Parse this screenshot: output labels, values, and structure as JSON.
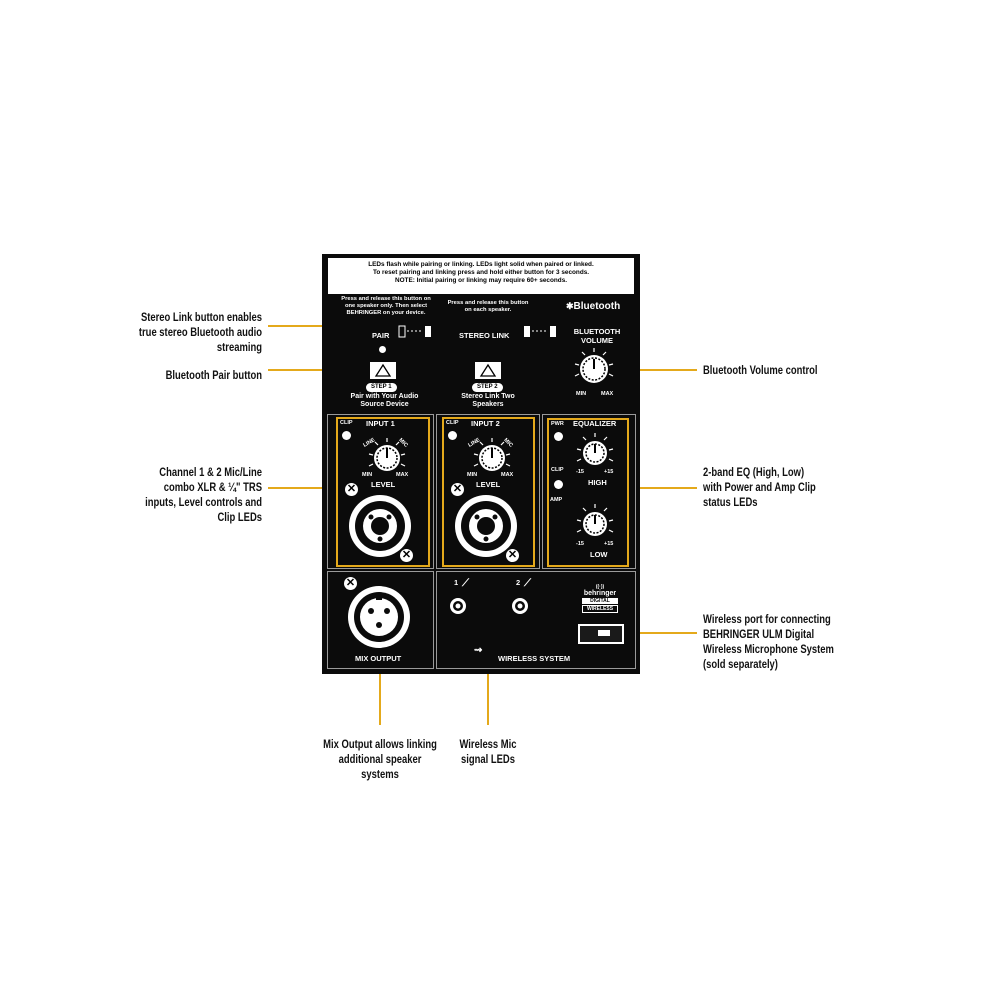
{
  "callouts": {
    "stereo_link": "Stereo Link button enables true stereo Bluetooth audio streaming",
    "pair": "Bluetooth Pair button",
    "inputs": "Channel 1 & 2 Mic/Line combo XLR & ¼\" TRS inputs, Level controls and Clip LEDs",
    "bt_volume": "Bluetooth Volume control",
    "eq": "2-band EQ (High, Low) with Power and Amp Clip status LEDs",
    "wireless_port": "Wireless port for connecting BEHRINGER ULM Digital Wireless Microphone System (sold separately)",
    "mix_output": "Mix Output allows linking additional speaker systems",
    "wireless_leds": "Wireless Mic signal LEDs"
  },
  "panel": {
    "notice_1": "LEDs flash while pairing or linking. LEDs light solid when paired or linked.",
    "notice_2": "To reset pairing and linking press and hold either button for 3 seconds.",
    "notice_3": "NOTE: Initial pairing or linking may require 60+ seconds.",
    "pair_instr": "Press and release this button on one speaker only. Then select BEHRINGER on your device.",
    "link_instr": "Press and release this button on each speaker.",
    "bluetooth_logo": "Bluetooth",
    "pair_label": "PAIR",
    "stereo_link_label": "STEREO LINK",
    "bt_volume_label": "BLUETOOTH VOLUME",
    "min": "MIN",
    "max": "MAX",
    "step1": "STEP 1",
    "step1_text": "Pair with Your Audio Source Device",
    "step2": "STEP 2",
    "step2_text": "Stereo Link Two Speakers",
    "clip": "CLIP",
    "input1": "INPUT 1",
    "input2": "INPUT 2",
    "line": "LINE",
    "mic": "MIC",
    "level": "LEVEL",
    "pwr": "PWR",
    "equalizer": "EQUALIZER",
    "amp": "AMP",
    "eq_min": "-15",
    "eq_max": "+15",
    "high": "HIGH",
    "low": "LOW",
    "mix_output": "MIX OUTPUT",
    "wireless_system": "WIRELESS SYSTEM",
    "ch1": "1",
    "ch2": "2",
    "brand": "behringer",
    "digital": "DIGITAL",
    "wireless": "WIRELESS"
  },
  "colors": {
    "accent": "#e4a91b",
    "panel": "#0b0b0b"
  }
}
